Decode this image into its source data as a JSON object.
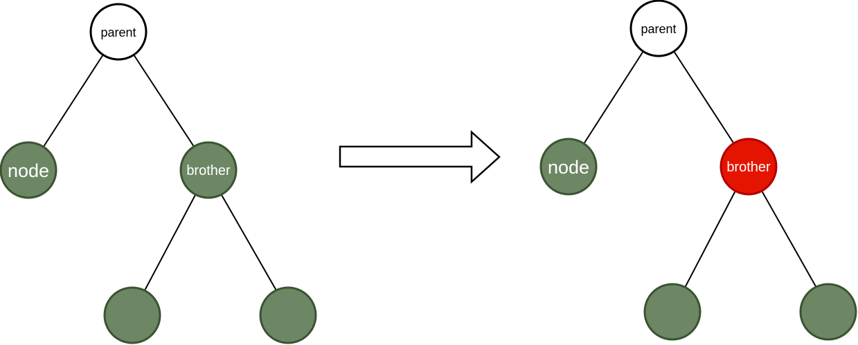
{
  "colors": {
    "background": "#ffffff",
    "white_node_fill": "#ffffff",
    "white_node_stroke": "#000000",
    "black_node_fill": "#6d8764",
    "black_node_stroke": "#3a5431",
    "red_node_fill": "#e51400",
    "red_node_stroke": "#b20000",
    "edge": "#000000",
    "arrow_stroke": "#000000",
    "arrow_fill": "#ffffff",
    "label_dark": "#000000",
    "label_light": "#ffffff"
  },
  "before_tree": {
    "parent": {
      "label": "parent",
      "color": "white"
    },
    "node": {
      "label": "node",
      "color": "black"
    },
    "brother": {
      "label": "brother",
      "color": "black"
    },
    "nephew_left": {
      "label": "",
      "color": "black"
    },
    "nephew_right": {
      "label": "",
      "color": "black"
    }
  },
  "after_tree": {
    "parent": {
      "label": "parent",
      "color": "white"
    },
    "node": {
      "label": "node",
      "color": "black"
    },
    "brother": {
      "label": "brother",
      "color": "red"
    },
    "nephew_left": {
      "label": "",
      "color": "black"
    },
    "nephew_right": {
      "label": "",
      "color": "black"
    }
  },
  "transition_arrow": {
    "direction": "right"
  }
}
